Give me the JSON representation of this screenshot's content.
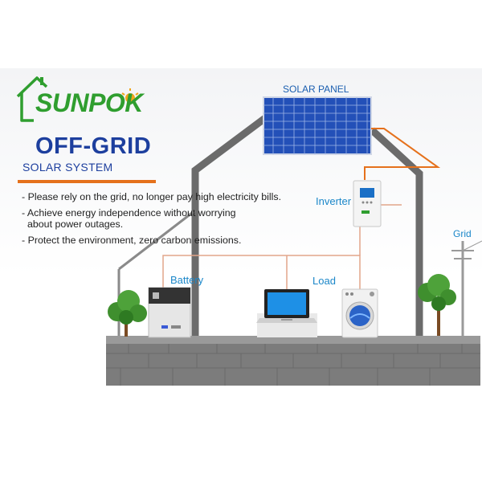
{
  "brand": {
    "name": "SUNPOK",
    "color": "#2f9e2f"
  },
  "heading": {
    "title": "OFF-GRID",
    "subtitle": "SOLAR SYSTEM"
  },
  "bullets": [
    "- Please rely on the grid, no longer pay high electricity bills.",
    "- Achieve energy independence without worrying",
    "  about power outages.",
    "- Protect the environment, zero carbon emissions."
  ],
  "labels": {
    "solar_panel": "SOLAR PANEL",
    "inverter": "Inverter",
    "grid": "Grid",
    "battery": "Battery",
    "load": "Load"
  },
  "colors": {
    "heading_blue": "#1d3f9e",
    "label_blue": "#1b87c9",
    "accent_orange": "#e5711c",
    "house_outline": "#6b6b6b",
    "wire": "#e2a58a"
  },
  "icons": [
    "house-logo-icon",
    "solar-panel-icon",
    "inverter-icon",
    "battery-icon",
    "laptop-icon",
    "washing-machine-icon",
    "tree-icon",
    "utility-pole-icon"
  ]
}
